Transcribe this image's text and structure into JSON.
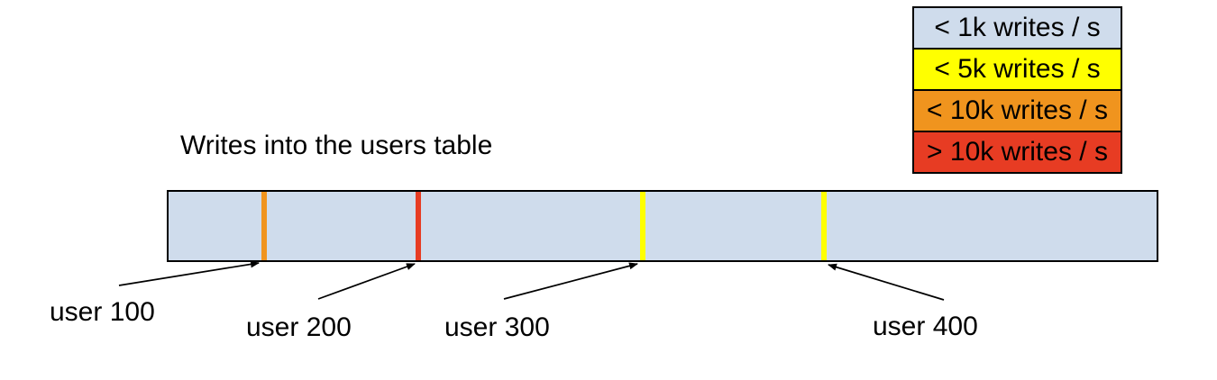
{
  "title": "Writes into the users table",
  "legend": {
    "items": [
      {
        "label": "< 1k writes / s",
        "color": "#cfdcec"
      },
      {
        "label": "< 5k writes / s",
        "color": "#ffff00"
      },
      {
        "label": "< 10k writes / s",
        "color": "#f0941e"
      },
      {
        "label": "> 10k writes / s",
        "color": "#e73c23"
      }
    ]
  },
  "bar": {
    "fill_color": "#cfdcec",
    "border_color": "#000000",
    "markers": [
      {
        "user": "user 100",
        "color": "#f0941e"
      },
      {
        "user": "user 200",
        "color": "#e73c23"
      },
      {
        "user": "user 300",
        "color": "#ffff00"
      },
      {
        "user": "user 400",
        "color": "#ffff00"
      }
    ]
  },
  "arrow_color": "#000000"
}
